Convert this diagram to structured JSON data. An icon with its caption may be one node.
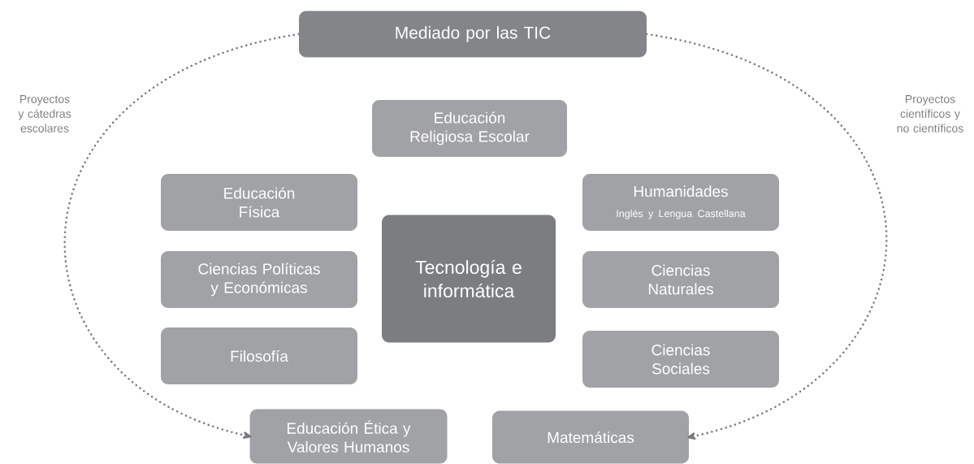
{
  "diagram": {
    "nodes": [
      {
        "text": [
          "Mediado por las TIC"
        ]
      },
      {
        "text": [
          "Educación Religiosa Escolar"
        ]
      },
      {
        "text": [
          "Educación Física"
        ]
      },
      {
        "text": [
          "Humanidades",
          "Inglés y Lengua Castellana"
        ]
      },
      {
        "text": [
          "Ciencias Políticas y Económicas"
        ]
      },
      {
        "text": [
          "Tecnología e informática"
        ]
      },
      {
        "text": [
          "Ciencias Naturales"
        ]
      },
      {
        "text": [
          "Filosofía"
        ]
      },
      {
        "text": [
          "Ciencias Sociales"
        ]
      },
      {
        "text": [
          "Educación Ética y Valores Humanos"
        ]
      },
      {
        "text": [
          "Matemáticas"
        ]
      }
    ],
    "edges": [
      {
        "from": 0,
        "to": 9,
        "arrow": "to",
        "style": "dashed",
        "label": "Proyectos y cátedras escolares"
      },
      {
        "from": 0,
        "to": 10,
        "arrow": "to",
        "style": "dashed",
        "label": "Proyectos científicos y no científicos"
      }
    ]
  }
}
